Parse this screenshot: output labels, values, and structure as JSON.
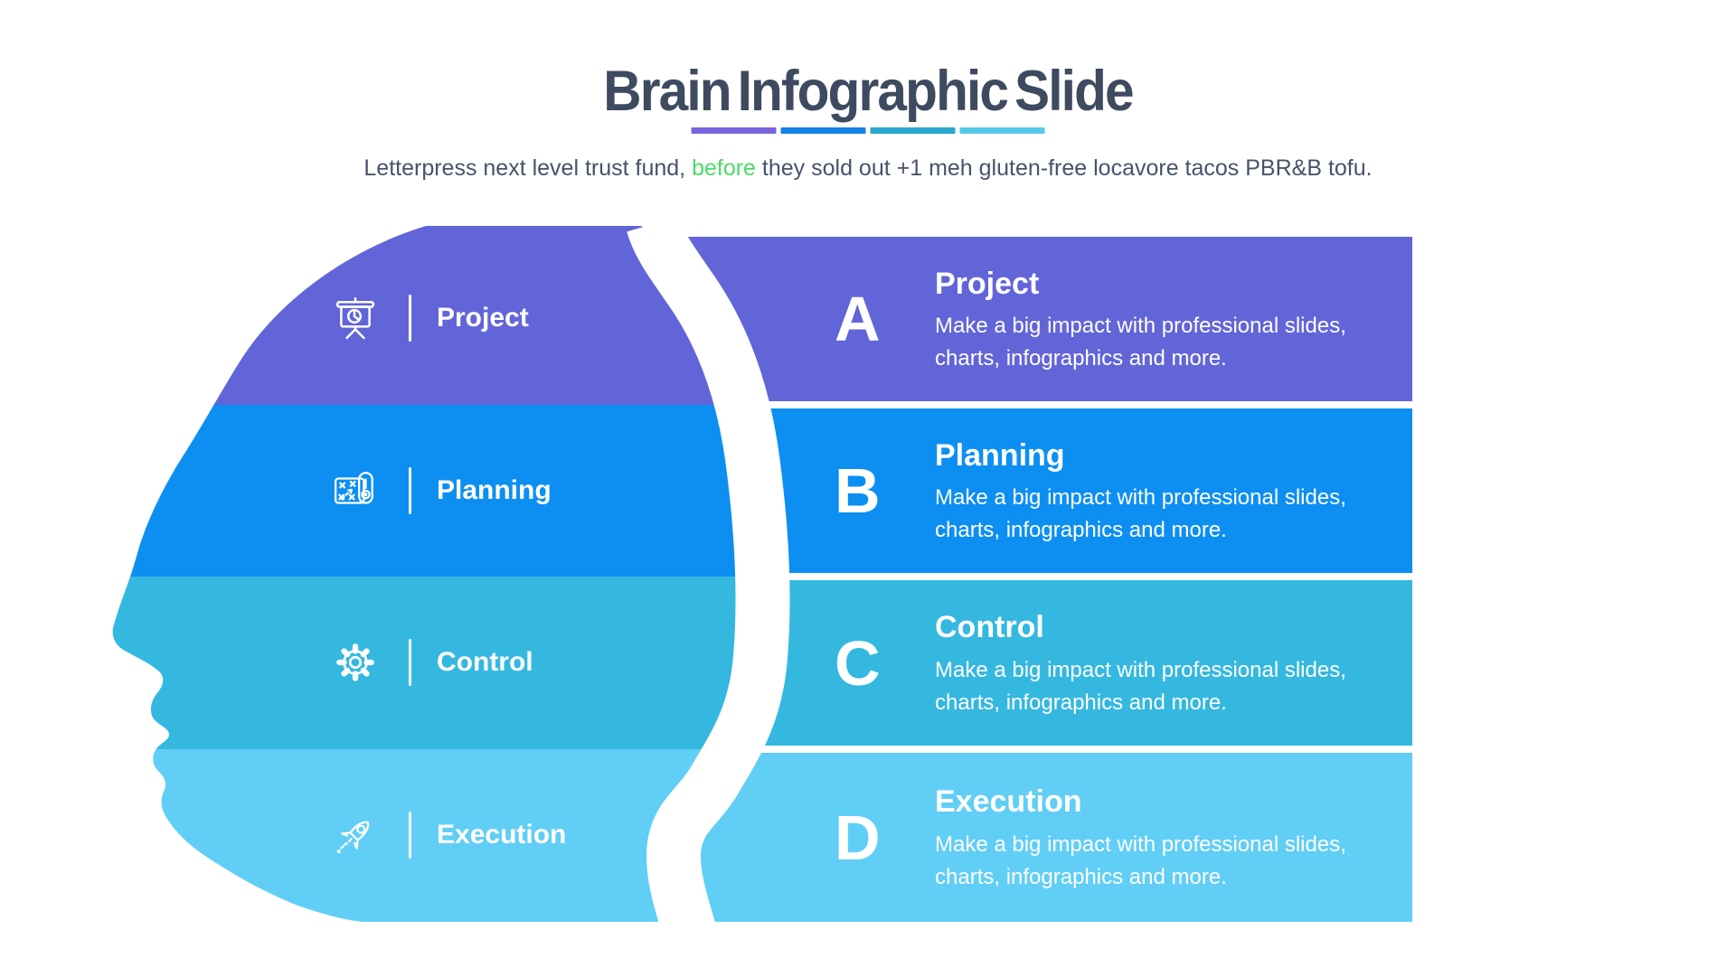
{
  "header": {
    "title": "Brain Infographic Slide",
    "subtitle_before": "Letterpress next level trust fund, ",
    "subtitle_highlight": "before",
    "subtitle_after": " they sold out +1 meh gluten-free locavore tacos PBR&B tofu.",
    "accent_bars": [
      "#7765DC",
      "#1583E8",
      "#2BA8CD",
      "#55C8EA"
    ]
  },
  "colors": {
    "purple": "#6265D8",
    "blue": "#0D8FF2",
    "teal": "#34B8E0",
    "light_blue": "#61CEF6",
    "title_text": "#3E4A5F",
    "highlight_green": "#4ADB66",
    "white": "#FFFFFF"
  },
  "items": [
    {
      "letter": "A",
      "label": "Project",
      "icon": "presentation-board-icon",
      "description": "Make a big impact with professional slides, charts, infographics and more.",
      "color": "#6265D8"
    },
    {
      "letter": "B",
      "label": "Planning",
      "icon": "strategy-map-icon",
      "description": "Make a big impact with professional slides, charts, infographics and more.",
      "color": "#0D8FF2"
    },
    {
      "letter": "C",
      "label": "Control",
      "icon": "gear-icon",
      "description": "Make a big impact with professional slides, charts, infographics and more.",
      "color": "#34B8E0"
    },
    {
      "letter": "D",
      "label": "Execution",
      "icon": "rocket-icon",
      "description": "Make a big impact with professional slides, charts, infographics and more.",
      "color": "#61CEF6"
    }
  ]
}
